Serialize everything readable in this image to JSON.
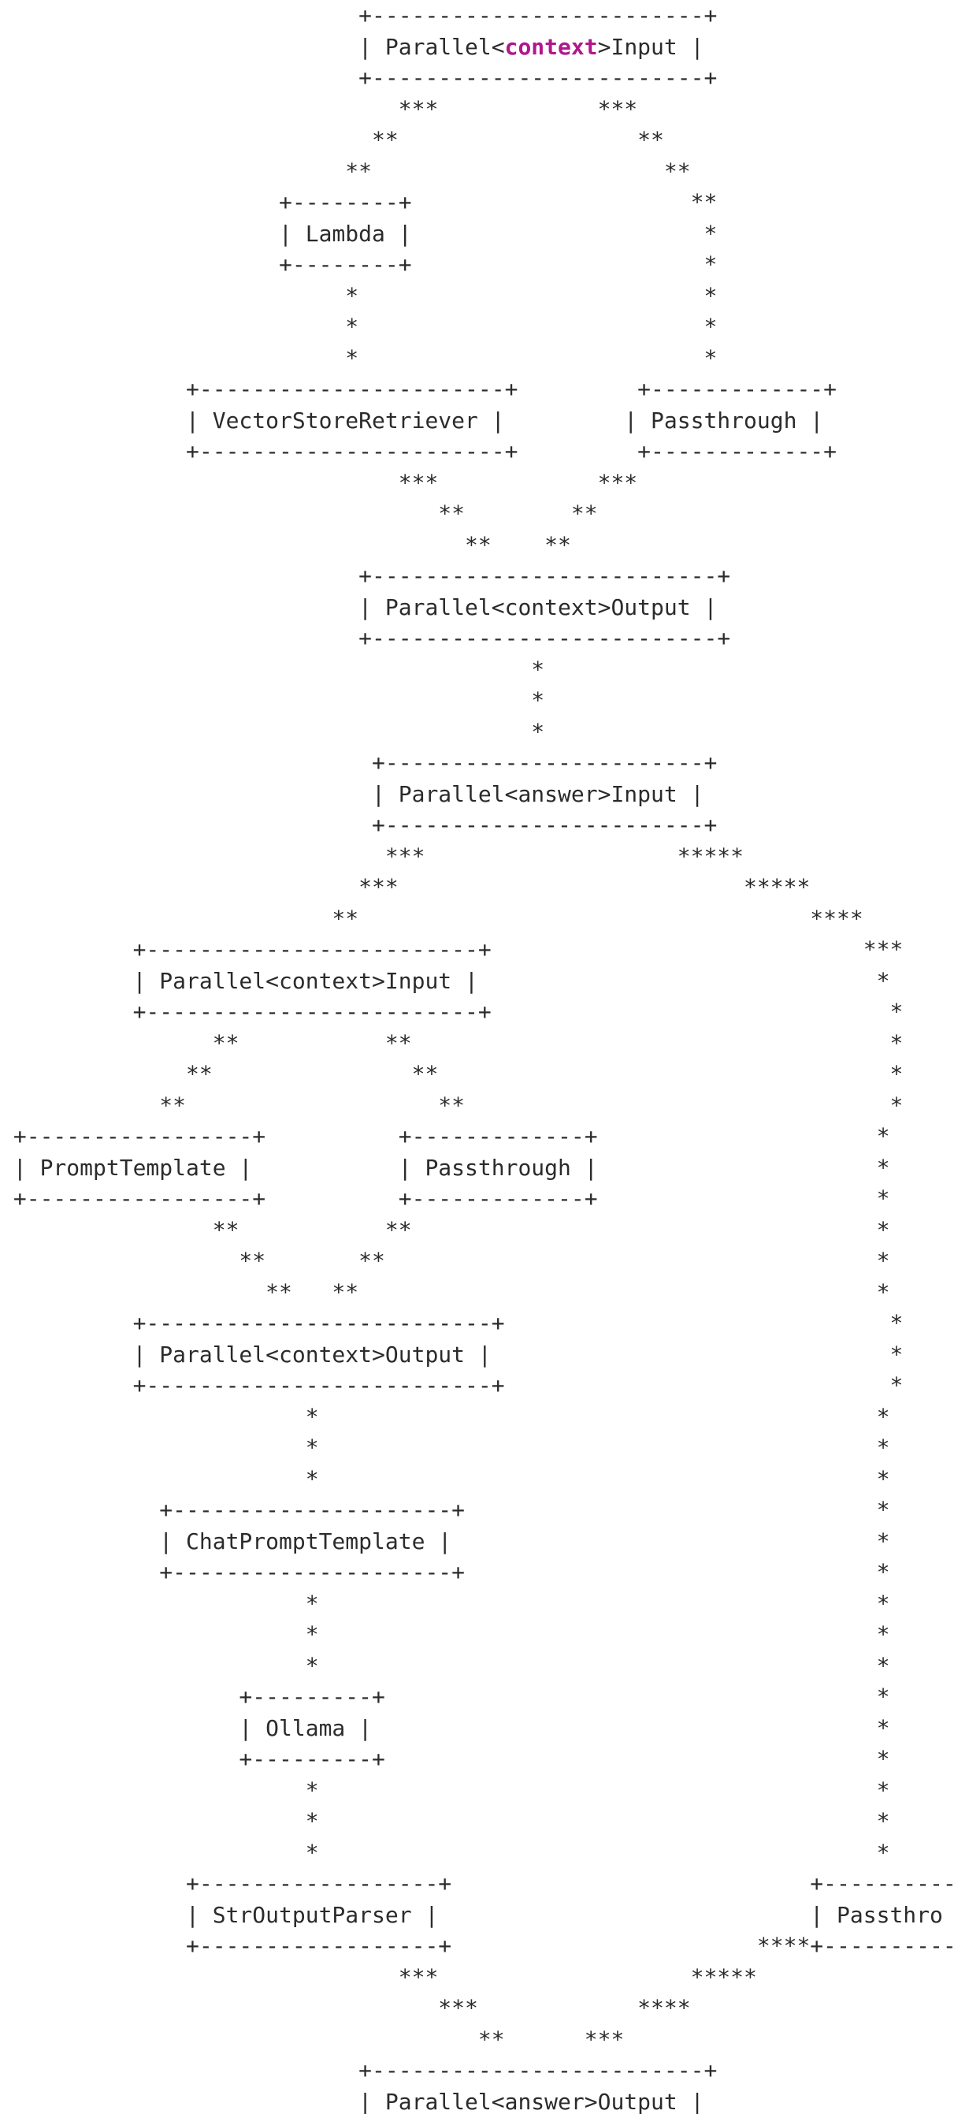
{
  "diagram": {
    "highlight_color": "#b0188c",
    "highlight_line": 1,
    "highlight_word": "context",
    "lines": [
      "                           +-------------------------+",
      "                           | Parallel<context>Input |",
      "                           +-------------------------+",
      "                              ***            ***",
      "                            **                  **",
      "                          **                      **",
      "                     +--------+                     **",
      "                     | Lambda |                      *",
      "                     +--------+                      *",
      "                          *                          *",
      "                          *                          *",
      "                          *                          *",
      "              +-----------------------+         +-------------+",
      "              | VectorStoreRetriever |         | Passthrough |",
      "              +-----------------------+         +-------------+",
      "                              ***            ***",
      "                                 **        **",
      "                                   **    **",
      "                           +--------------------------+",
      "                           | Parallel<context>Output |",
      "                           +--------------------------+",
      "                                        *",
      "                                        *",
      "                                        *",
      "                            +------------------------+",
      "                            | Parallel<answer>Input |",
      "                            +------------------------+",
      "                             ***                   *****",
      "                           ***                          *****",
      "                         **                                  ****",
      "          +-------------------------+                            ***",
      "          | Parallel<context>Input |                              *",
      "          +-------------------------+                              *",
      "                **           **                                    *",
      "              **               **                                  *",
      "            **                   **                                *",
      " +-----------------+          +-------------+                     *",
      " | PromptTemplate |           | Passthrough |                     *",
      " +-----------------+          +-------------+                     *",
      "                **           **                                   *",
      "                  **       **                                     *",
      "                    **   **                                       *",
      "          +--------------------------+                             *",
      "          | Parallel<context>Output |                              *",
      "          +--------------------------+                             *",
      "                       *                                          *",
      "                       *                                          *",
      "                       *                                          *",
      "            +---------------------+                               *",
      "            | ChatPromptTemplate |                                *",
      "            +---------------------+                               *",
      "                       *                                          *",
      "                       *                                          *",
      "                       *                                          *",
      "                  +---------+                                     *",
      "                  | Ollama |                                      *",
      "                  +---------+                                     *",
      "                       *                                          *",
      "                       *                                          *",
      "                       *                                          *",
      "              +------------------+                           +----------",
      "              | StrOutputParser |                            | Passthro",
      "              +------------------+                       ****+----------",
      "                              ***                   *****",
      "                                 ***            ****",
      "                                    **      ***",
      "                           +-------------------------+",
      "                           | Parallel<answer>Output |",
      "                           +-------------------------+"
    ]
  }
}
